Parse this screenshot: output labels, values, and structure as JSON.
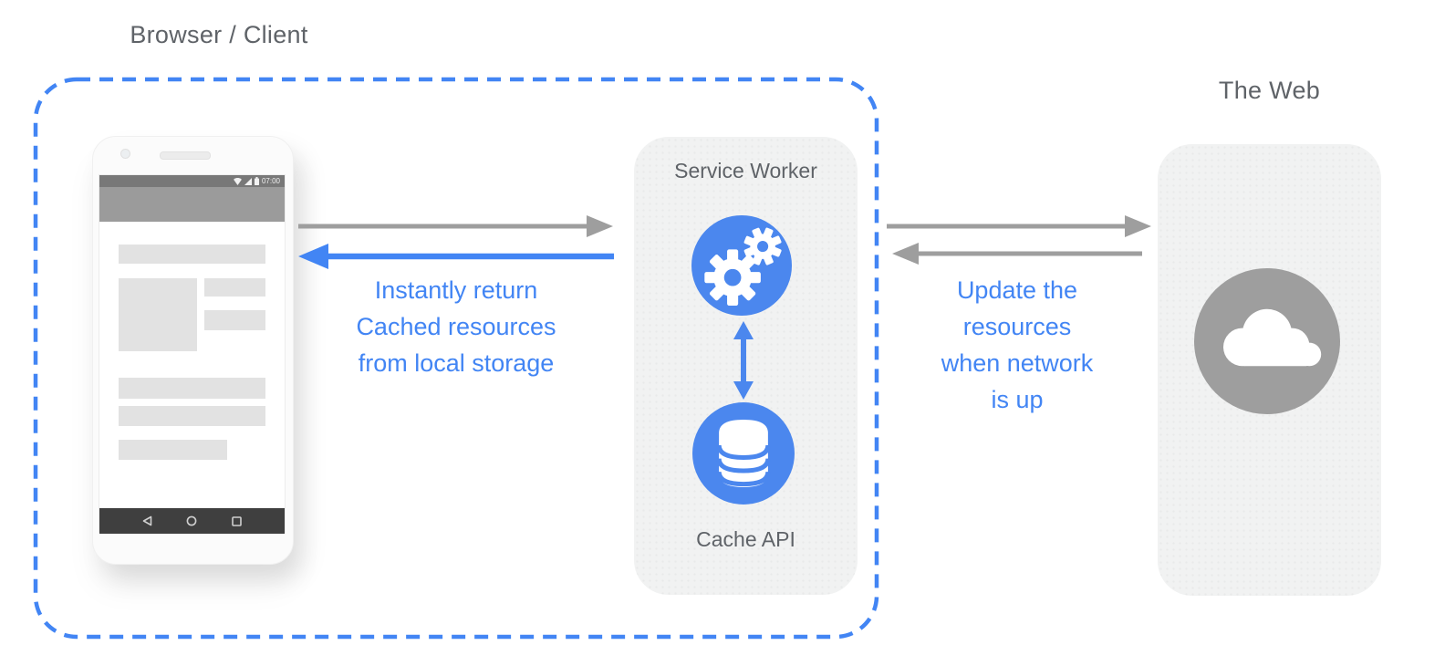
{
  "labels": {
    "browser_client": "Browser / Client",
    "the_web": "The Web",
    "service_worker": "Service Worker",
    "cache_api": "Cache API"
  },
  "phone": {
    "status_time": "07:00"
  },
  "annotations": {
    "instant_return": {
      "lines": [
        "Instantly return",
        "Cached resources",
        "from local storage"
      ]
    },
    "update_resources": {
      "lines": [
        "Update the",
        "resources",
        "when network",
        "is up"
      ]
    }
  },
  "diagram": {
    "nodes": [
      "browser-client",
      "service-worker",
      "cache-api",
      "the-web"
    ],
    "connections": [
      {
        "from": "phone",
        "to": "service-worker",
        "color": "gray",
        "direction": "right"
      },
      {
        "from": "service-worker",
        "to": "phone",
        "color": "blue",
        "direction": "left"
      },
      {
        "from": "service-worker",
        "to": "cache-api",
        "color": "blue",
        "direction": "both"
      },
      {
        "from": "service-worker",
        "to": "the-web",
        "color": "gray",
        "direction": "right"
      },
      {
        "from": "the-web",
        "to": "service-worker",
        "color": "gray",
        "direction": "left"
      }
    ]
  },
  "colors": {
    "accent_blue": "#4285f4",
    "circle_blue": "#4b87ee",
    "arrow_gray": "#9e9e9e",
    "panel_background": "#f1f2f2",
    "label_gray": "#5f6368",
    "web_circle_gray": "#9e9e9e",
    "dashed_border_blue": "#4285f4"
  }
}
